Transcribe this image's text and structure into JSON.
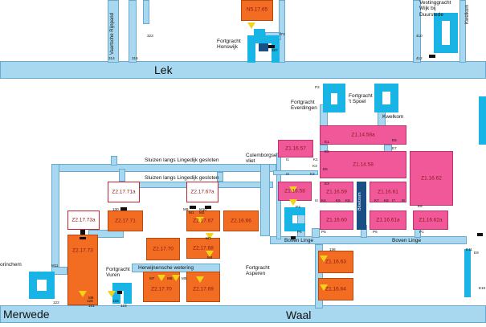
{
  "waters": {
    "lek": "Lek",
    "merwede": "Merwede",
    "waal": "Waal",
    "boven_linge_1": "Boven Linge",
    "boven_linge_2": "Boven Linge",
    "herwijnensche": "Herwijnensche wetering",
    "kwelkom": "Kwelkom",
    "kwelkom_top": "Kwelkom",
    "vaartsche": "Vaartsche Rijnpand"
  },
  "labels": {
    "honswijk": "Fortgracht\nHonswijk",
    "wijk": "Vestinggracht\nWijk bij\nDuurstede",
    "everdingen": "Fortgracht\nEverdingen",
    "spoel": "Fortgracht\n't Spoel",
    "culemborg": "Culemborgse\nvliet",
    "sluizen1": "Sluizen langs Lingedijk gesloten",
    "sluizen2": "Sluizen langs Lingedijk gesloten",
    "vuren": "Fortgracht\nVuren",
    "asperen": "Fortgracht\nAsperen",
    "gorinchem": "orinchem",
    "bloeizem": "Bloeizem"
  },
  "compartments": {
    "n5": "N5.17.65",
    "z11458a": "Z1.14.58a",
    "z11458": "Z1.14.58",
    "z11657": "Z1.16.57",
    "z11658": "Z1.16.58",
    "z11659": "Z1.16.59",
    "z11660": "Z1.16.60",
    "z11661": "Z1.16.61",
    "z11661a": "Z1.16.61a",
    "z11662": "Z1.16.62",
    "z11662a": "Z1.16.62a",
    "z11663": "Z1.16.63",
    "z11664": "Z1.16.64",
    "z21773": "Z2.17.73",
    "z21773a": "Z2.17.73a",
    "z21771": "Z2.17.71",
    "z21771a": "Z2.17.71a",
    "z21670": "Z2.17.70",
    "z21767": "Z2.17.67",
    "z21767a": "Z2.17.67a",
    "z21768": "Z2.17.68",
    "z21769": "Z2.17.69",
    "z21666": "Z2.16.66"
  },
  "markers": [
    "323",
    "314",
    "316",
    "387",
    "372",
    "410",
    "412",
    "K3",
    "I1",
    "K1",
    "I2",
    "K2",
    "I4",
    "K4",
    "E5",
    "E1",
    "E2",
    "E3",
    "K5",
    "K6",
    "K7",
    "K8",
    "I7",
    "I8",
    "P2",
    "P3",
    "P4",
    "P5",
    "P6",
    "P1",
    "E6",
    "E7",
    "E8",
    "130",
    "M1",
    "M2",
    "M3",
    "M4",
    "M5",
    "M6",
    "M7",
    "M8",
    "M9",
    "M10",
    "181",
    "123",
    "M11",
    "122",
    "128",
    "133",
    "136",
    "E9",
    "E10",
    "E11"
  ],
  "colors": {
    "canal": "#a8d8ef",
    "fortgracht": "#19b4e6",
    "inundation_pink": "#f0589a",
    "inundation_orange": "#f26c22",
    "sluice": "#f3d21a",
    "outline_red": "#c8262e"
  }
}
